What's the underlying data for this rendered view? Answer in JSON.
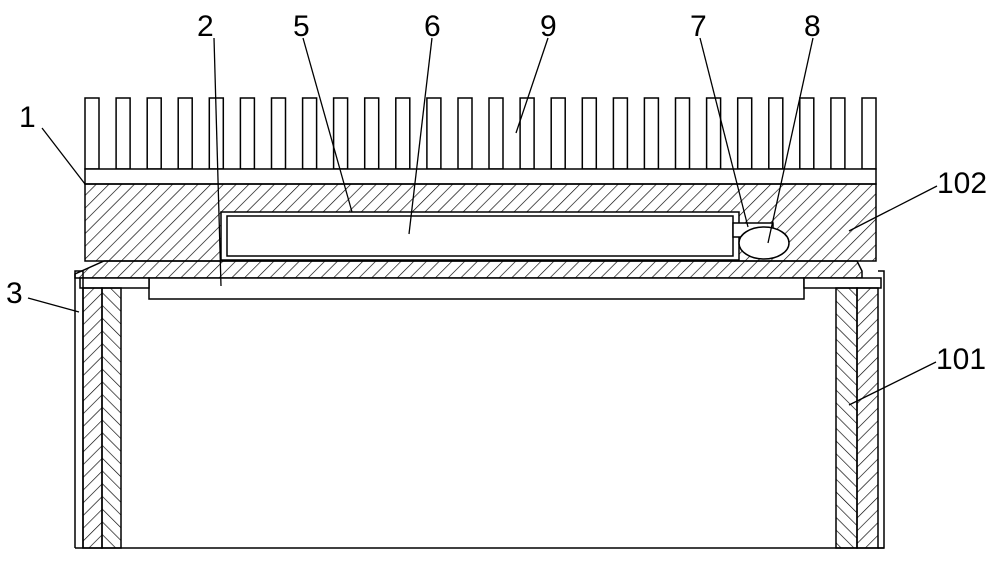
{
  "diagram": {
    "labels": {
      "l1": "1",
      "l2": "2",
      "l3": "3",
      "l5": "5",
      "l6": "6",
      "l7": "7",
      "l8": "8",
      "l9": "9",
      "l101": "101",
      "l102": "102"
    },
    "fin_count": 26,
    "colors": {
      "line": "#000000",
      "background": "#ffffff"
    }
  }
}
